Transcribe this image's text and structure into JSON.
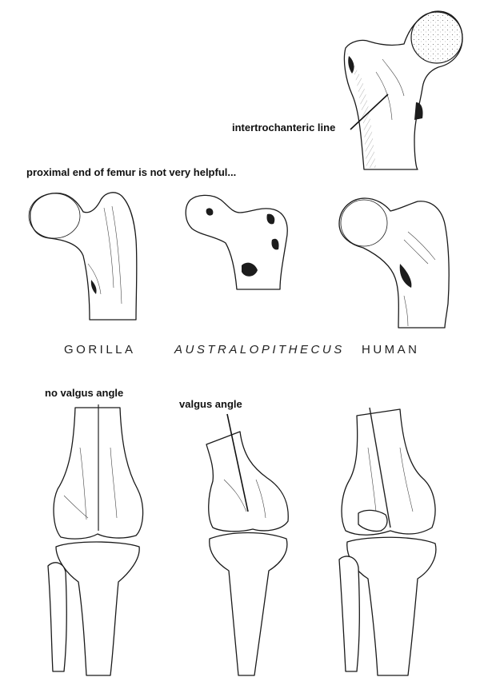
{
  "labels": {
    "intertrochanteric": "intertrochanteric line",
    "proximal_heading": "proximal end of femur is not very helpful...",
    "no_valgus": "no valgus angle",
    "valgus": "valgus angle"
  },
  "captions": {
    "gorilla": "GORILLA",
    "australopithecus": "AUSTRALOPITHECUS",
    "human": "HUMAN"
  }
}
